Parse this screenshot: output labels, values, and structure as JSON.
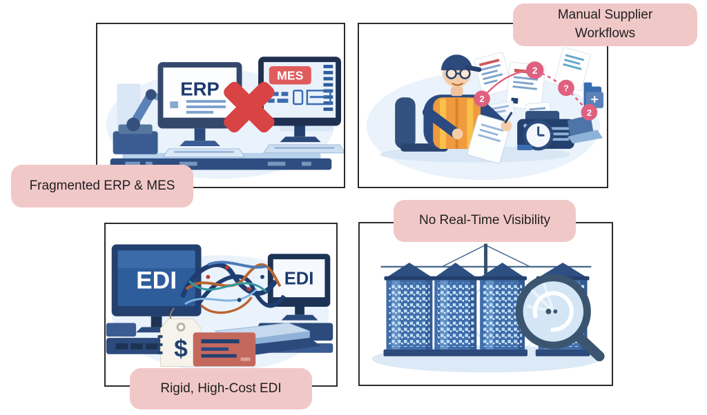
{
  "colors": {
    "badge_bg": "#f1c8c8",
    "badge_text": "#1f1f1f",
    "panel_border": "#2b2b2b",
    "panel_bg": "#ffffff",
    "red_x": "#d84343",
    "mes_tag_red": "#e05c5c",
    "rose_step": "#e0607f",
    "navy": "#24406e",
    "mid_blue": "#3a6aa6",
    "light_blue": "#cfe2f4",
    "pale_blue": "#eaf2fb",
    "orange_vest": "#f09a3e",
    "wire_orange": "#b9652f",
    "wire_teal": "#2f9aa0",
    "tag_cream": "#f6f3ec",
    "receipt_red": "#c4685e"
  },
  "panels": {
    "fragmented": {
      "label": "Fragmented ERP & MES",
      "monitor_left_text": "ERP",
      "monitor_right_text": "MES"
    },
    "manual": {
      "label": "Manual Supplier Workflows",
      "step_badge_1": "2",
      "step_badge_2": "2",
      "step_badge_3": "?",
      "step_badge_4": "2"
    },
    "edi": {
      "label": "Rigid, High-Cost EDI",
      "monitor_left_text": "EDI",
      "monitor_right_text": "EDI",
      "price_symbol": "$"
    },
    "visibility": {
      "label": "No Real-Time Visibility"
    }
  }
}
